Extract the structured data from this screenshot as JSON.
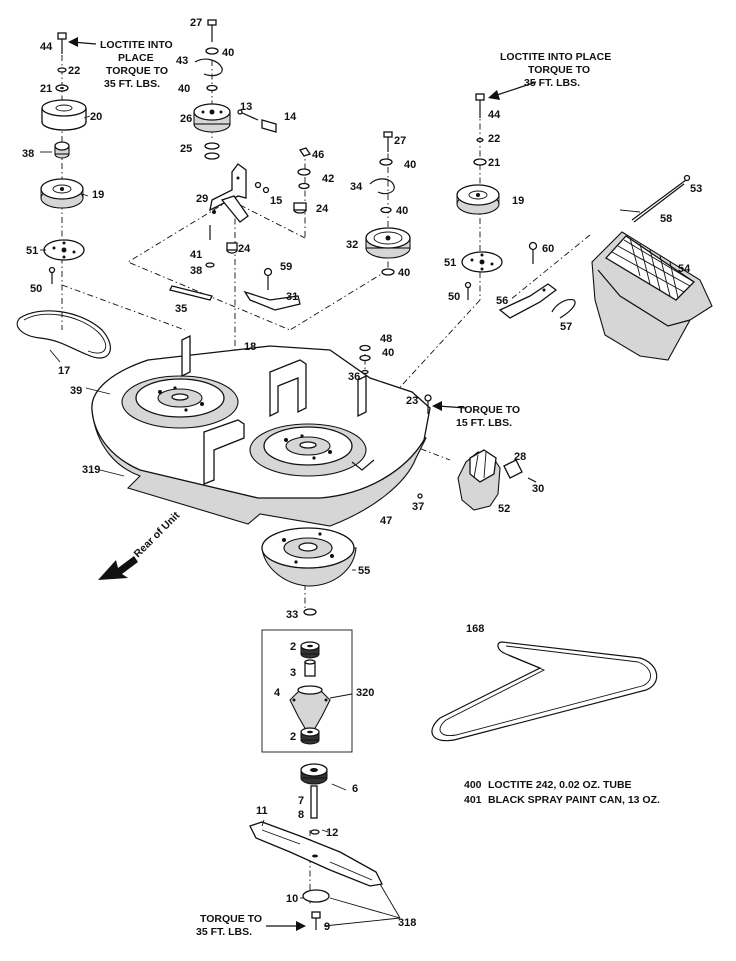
{
  "labels": {
    "p44a": "44",
    "p22a": "22",
    "p21a": "21",
    "p20": "20",
    "p38a": "38",
    "p19a": "19",
    "p51a": "51",
    "p50a": "50",
    "p17": "17",
    "p39": "39",
    "p319": "319",
    "p27a": "27",
    "p40a": "40",
    "p43": "43",
    "p40b": "40",
    "p13": "13",
    "p14": "14",
    "p26": "26",
    "p25": "25",
    "p29": "29",
    "p15": "15",
    "p41": "41",
    "p24a": "24",
    "p38b": "38",
    "p35": "35",
    "p18": "18",
    "p59": "59",
    "p31": "31",
    "p46": "46",
    "p42": "42",
    "p24b": "24",
    "p27b": "27",
    "p40c": "40",
    "p34": "34",
    "p40d": "40",
    "p32": "32",
    "p40e": "40",
    "p48": "48",
    "p40f": "40",
    "p36": "36",
    "p44b": "44",
    "p22b": "22",
    "p21b": "21",
    "p19b": "19",
    "p51b": "51",
    "p50b": "50",
    "p60": "60",
    "p53": "53",
    "p58": "58",
    "p54": "54",
    "p56": "56",
    "p57": "57",
    "p23": "23",
    "p28": "28",
    "p30": "30",
    "p52": "52",
    "p37": "37",
    "p47": "47",
    "p55": "55",
    "p33": "33",
    "p2a": "2",
    "p3": "3",
    "p4": "4",
    "p320": "320",
    "p2b": "2",
    "p6": "6",
    "p7": "7",
    "p8": "8",
    "p11": "11",
    "p12": "12",
    "p10": "10",
    "p9": "9",
    "p318": "318",
    "p168": "168"
  },
  "notes": {
    "loctite_left": [
      "LOCTITE INTO",
      "PLACE",
      "TORQUE TO",
      "35 FT. LBS."
    ],
    "loctite_right": [
      "LOCTITE INTO PLACE",
      "TORQUE TO",
      "35 FT. LBS."
    ],
    "torque_15": [
      "TORQUE TO",
      "15 FT. LBS."
    ],
    "torque_bottom": [
      "TORQUE TO",
      "35 FT. LBS."
    ],
    "rear_of_unit": "Rear of Unit"
  },
  "legend": [
    {
      "num": "400",
      "text": "LOCTITE 242, 0.02 OZ. TUBE"
    },
    {
      "num": "401",
      "text": "BLACK SPRAY PAINT CAN, 13 OZ."
    }
  ]
}
